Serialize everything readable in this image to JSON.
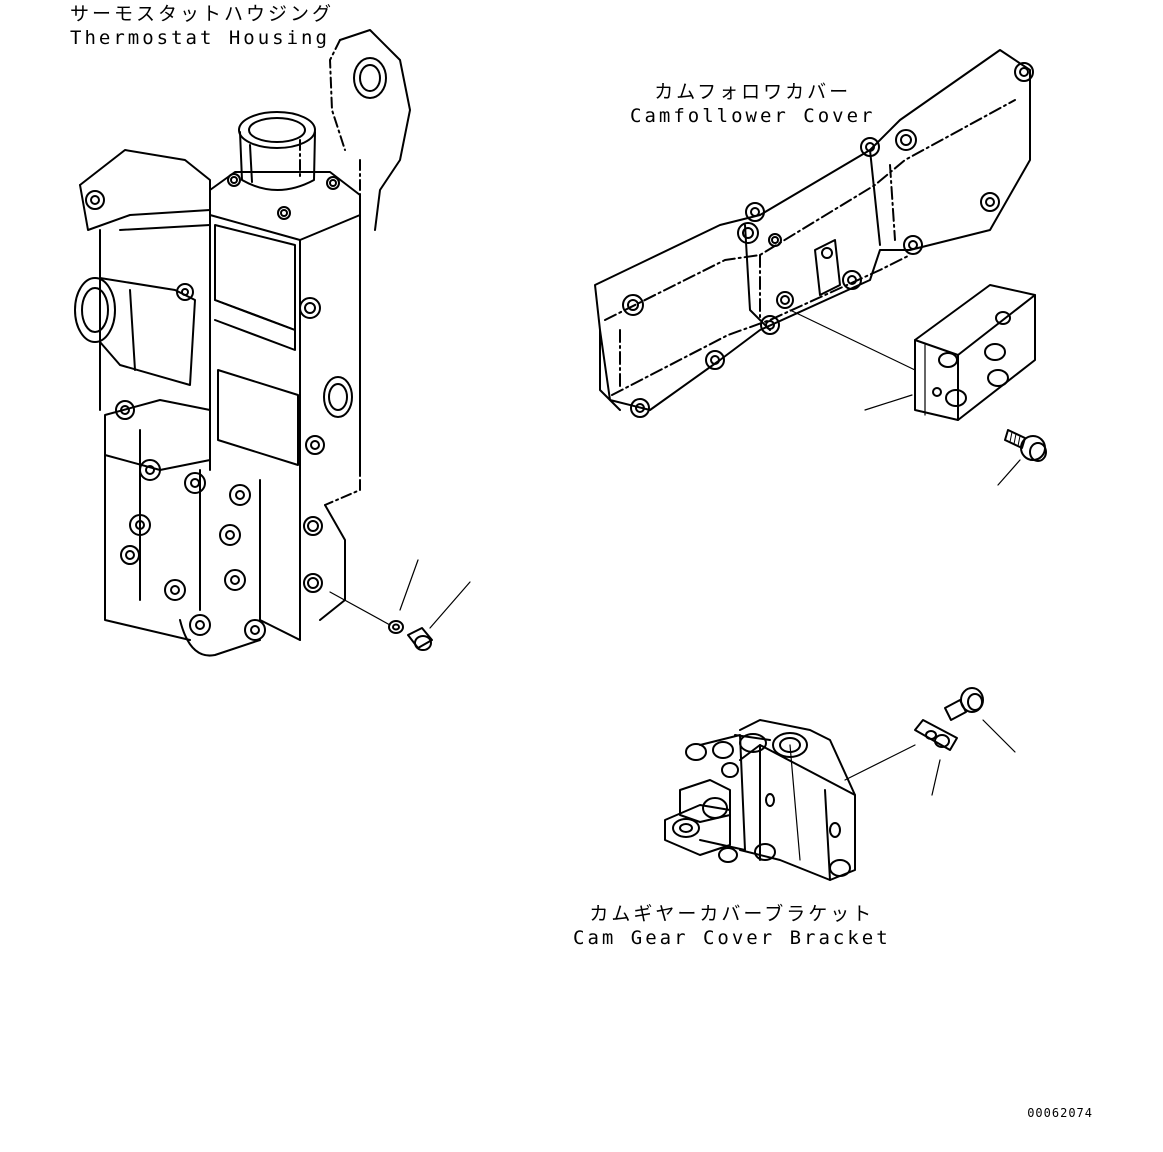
{
  "labels": {
    "thermostat_housing": {
      "jp": "サーモスタットハウジング",
      "en": "Thermostat Housing"
    },
    "camfollower_cover": {
      "jp": "カムフォロワカバー",
      "en": "Camfollower Cover"
    },
    "cam_gear_cover_bracket": {
      "jp": "カムギヤーカバーブラケット",
      "en": "Cam Gear Cover Bracket"
    }
  },
  "document_number": "00062074"
}
